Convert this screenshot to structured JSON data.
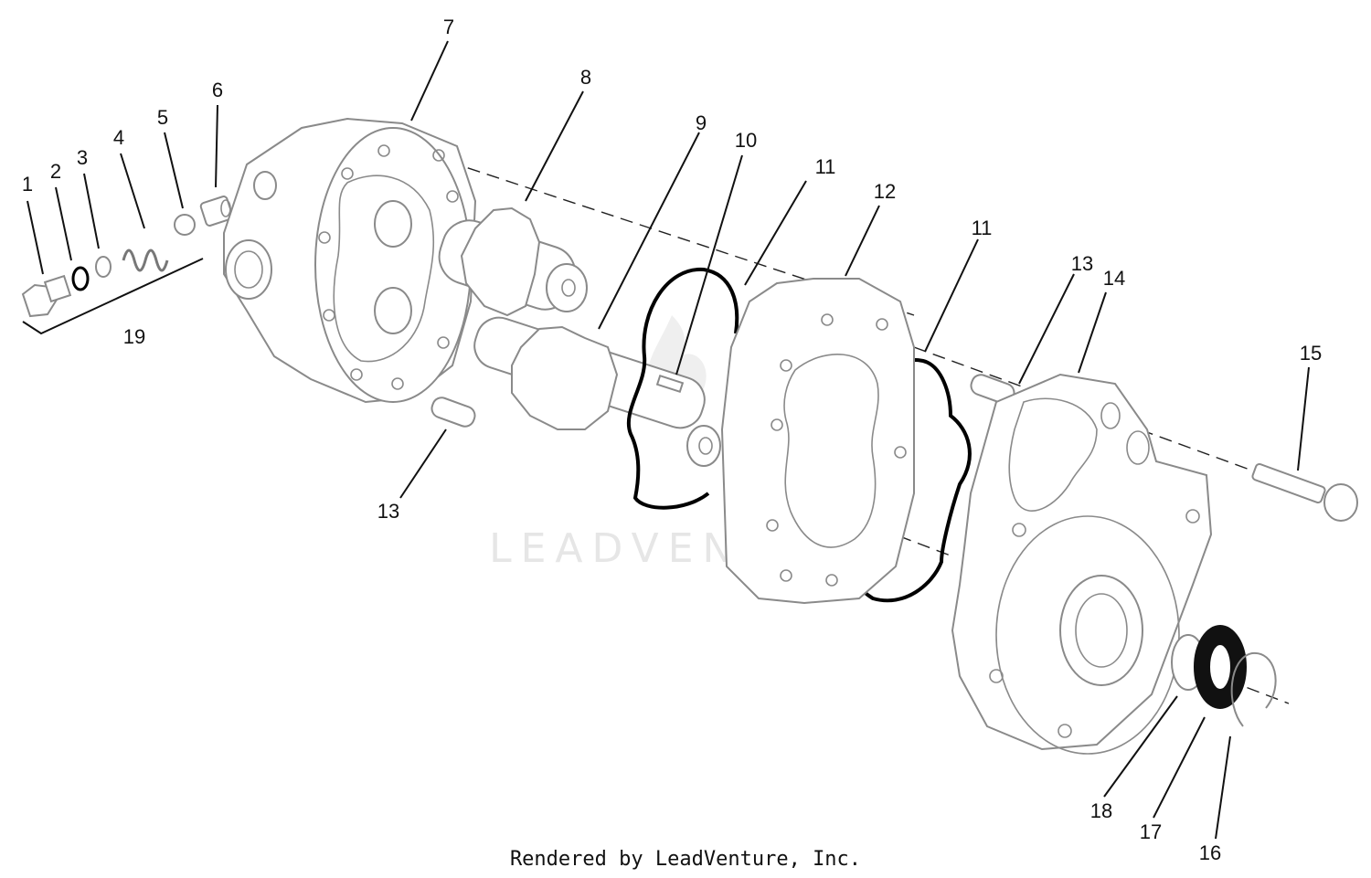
{
  "diagram": {
    "callouts": [
      "1",
      "2",
      "3",
      "4",
      "5",
      "6",
      "7",
      "8",
      "9",
      "10",
      "11",
      "12",
      "11",
      "13",
      "14",
      "15",
      "16",
      "17",
      "18",
      "13",
      "19"
    ]
  },
  "watermark": "LEADVENTURE",
  "credit": "Rendered by LeadVenture, Inc."
}
